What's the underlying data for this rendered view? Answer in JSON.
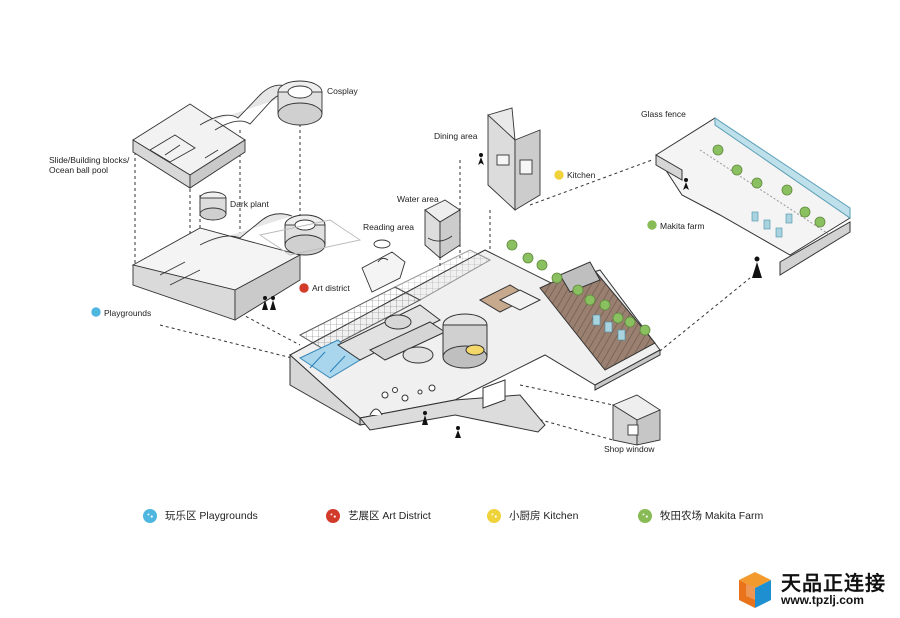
{
  "labels": {
    "cosplay": "Cosplay",
    "slide": "Slide/Building blocks/",
    "ocean": "Ocean ball pool",
    "dark_plant": "Dark plant",
    "dining": "Dining area",
    "kitchen": "Kitchen",
    "water": "Water area",
    "reading": "Reading area",
    "art": "Art district",
    "playgrounds": "Playgrounds",
    "glass_fence": "Glass fence",
    "makita": "Makita farm",
    "shop_window": "Shop window"
  },
  "legend": [
    {
      "label": "玩乐区  Playgrounds",
      "color": "#4fb6e0"
    },
    {
      "label": "艺展区   Art District",
      "color": "#d23a2a"
    },
    {
      "label": "小厨房    Kitchen",
      "color": "#f0d33a"
    },
    {
      "label": "牧田农场  Makita Farm",
      "color": "#88bb55"
    }
  ],
  "logo": {
    "cn": "天品正连接",
    "url": "www.tpzlj.com"
  },
  "colors": {
    "line": "#444444",
    "fill": "#ececec",
    "wall": "#d9d9d9",
    "tree": "#8bc060",
    "deck": "#8a7060",
    "glass": "#a9d3df"
  }
}
